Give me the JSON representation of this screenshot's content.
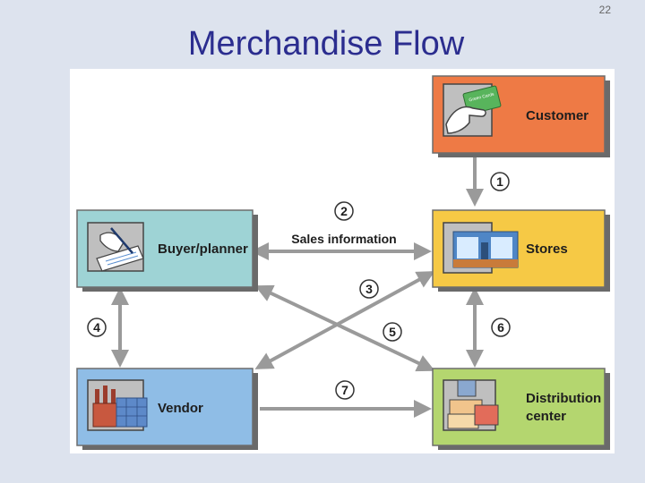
{
  "slide": {
    "page_number": "22",
    "title": "Merchandise Flow"
  },
  "diagram": {
    "nodes": {
      "customer": {
        "label": "Customer",
        "color": "#ee7a45",
        "icon": "credit-card-hand-icon",
        "card_text": "Green Cards"
      },
      "stores": {
        "label": "Stores",
        "color": "#f6c945",
        "icon": "storefront-icon"
      },
      "buyer": {
        "label": "Buyer/planner",
        "color": "#9ed3d5",
        "icon": "writing-hand-icon"
      },
      "vendor": {
        "label": "Vendor",
        "color": "#8fbde6",
        "icon": "factory-icon"
      },
      "distribution": {
        "label_line1": "Distribution",
        "label_line2": "center",
        "color": "#b4d66f",
        "icon": "boxes-icon"
      }
    },
    "steps": [
      "1",
      "2",
      "3",
      "4",
      "5",
      "6",
      "7"
    ],
    "flow_label": "Sales information"
  }
}
